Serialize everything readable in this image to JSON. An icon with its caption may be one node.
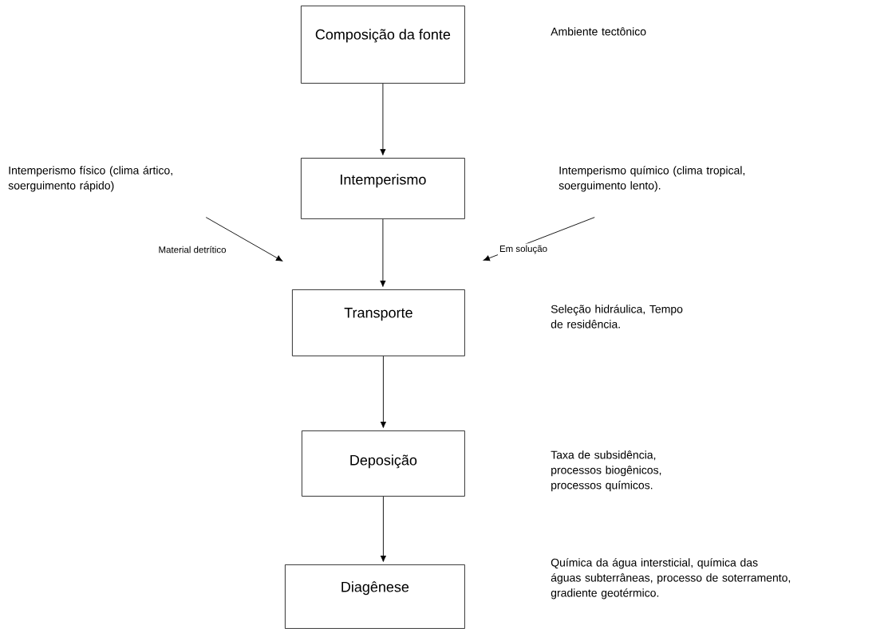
{
  "diagram": {
    "nodes": [
      {
        "text": [
          "Composição da fonte"
        ]
      },
      {
        "text": [
          "Intemperismo"
        ]
      },
      {
        "text": [
          "Transporte"
        ]
      },
      {
        "text": [
          "Deposição"
        ]
      },
      {
        "text": [
          "Diagênese"
        ]
      },
      {
        "text": [
          "Intemperismo físico (clima ártico, soerguimento rápido)"
        ]
      },
      {
        "text": [
          "Intemperismo químico (clima tropical, soerguimento lento)."
        ]
      }
    ],
    "edges": [
      {
        "from": 0,
        "to": 1,
        "arrow": "to"
      },
      {
        "from": 1,
        "to": 2,
        "arrow": "to"
      },
      {
        "from": 2,
        "to": 3,
        "arrow": "to"
      },
      {
        "from": 3,
        "to": 4,
        "arrow": "to"
      },
      {
        "from": 5,
        "to": 2,
        "label": "Material detrítico",
        "arrow": "to"
      },
      {
        "from": 6,
        "to": 2,
        "label": "Em solução",
        "arrow": "to"
      }
    ],
    "labels": [
      "Ambiente tectônico",
      "Seleção hidráulica, Tempo de residência.",
      "Taxa de subsidência, processos biogênicos, processos químicos.",
      "Química da água intersticial, química das águas subterrâneas, processo de soterramento, gradiente geotérmico."
    ]
  }
}
